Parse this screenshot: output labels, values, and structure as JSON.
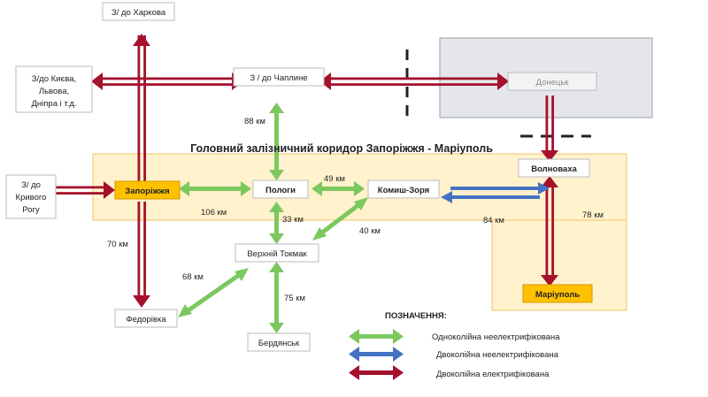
{
  "title": "Головний залізничний коридор Запоріжжя - Маріуполь",
  "stations": {
    "kharkiv": "З/ до Харкова",
    "kyiv": [
      "З/до Києва,",
      "Львова,",
      "Дніпра і т.д."
    ],
    "chapline": "З / до Чаплине",
    "donetsk": "Донецьк",
    "kryvyi_rih": [
      "З/ до",
      "Кривого",
      "Рогу"
    ],
    "zaporizhzhia": "Запоріжжя",
    "polohy": "Пологи",
    "komysh_zoria": "Комиш-Зоря",
    "volnovakha": "Волноваха",
    "verkhnii_tokmak": "Верхній Токмак",
    "fedorivka": "Федорівка",
    "berdiansk": "Бердянськ",
    "mariupol": "Маріуполь"
  },
  "distances": {
    "chapline_polohy": "88 км",
    "polohy_komysh": "49 км",
    "zap_polohy": "106 км",
    "polohy_tokmak": "33 км",
    "komysh_tokmak": "40 км",
    "komysh_volnovakha": "84 км",
    "volnovakha_mariupol": "78 км",
    "zap_fedorivka": "70 км",
    "tokmak_fedorivka": "68 км",
    "tokmak_berdiansk": "75 км"
  },
  "legend": {
    "title": "ПОЗНАЧЕННЯ:",
    "single_non_electrified": "Одноколійна неелектрифікована",
    "double_non_electrified": "Двоколійна неелектрифікована",
    "double_electrified": "Двоколійна електрифікована"
  },
  "colors": {
    "single_line": "#7cc85f",
    "double_line": "#4472c4",
    "electrified_line": "#a5112c",
    "corridor_fill": "#fff2cc",
    "corridor_border": "#f2c46d",
    "occupied_fill": "#e4e6ea",
    "highlight_station": "#ffc000"
  }
}
